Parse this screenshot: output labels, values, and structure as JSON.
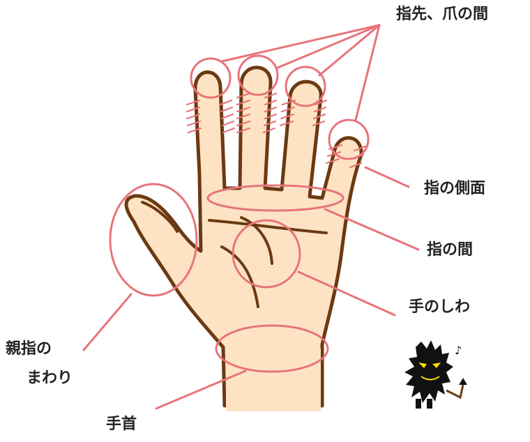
{
  "labels": {
    "fingertips_nails": "指先、爪の間",
    "finger_sides": "指の側面",
    "between_fingers": "指の間",
    "palm_creases": "手のしわ",
    "thumb_line1": "親指の",
    "thumb_line2": "まわり",
    "wrist": "手首"
  },
  "decoration": {
    "music_note": "♪"
  },
  "colors": {
    "skin": "#fde3c4",
    "outline": "#6b3a12",
    "highlight": "#e8737a",
    "text": "#222222",
    "mascot": "#111111",
    "mascot_eyes": "#ffe000"
  }
}
